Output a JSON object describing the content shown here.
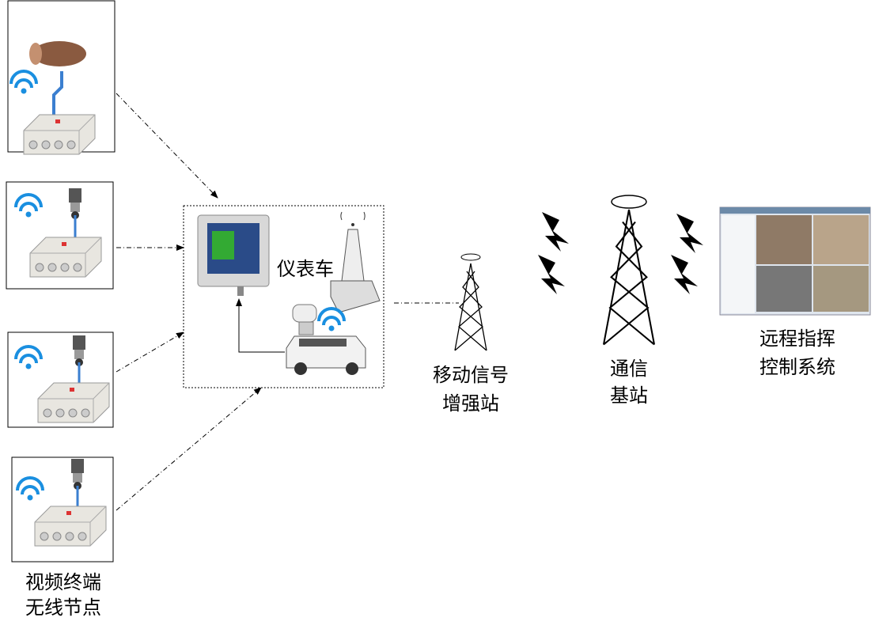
{
  "nodes": {
    "video_terminal": {
      "line1": "视频终端",
      "line2": "无线节点"
    },
    "instrument_vehicle": {
      "label": "仪表车"
    },
    "mobile_booster": {
      "line1": "移动信号",
      "line2": "增强站"
    },
    "base_station": {
      "line1": "通信",
      "line2": "基站"
    },
    "remote_command": {
      "line1": "远程指挥",
      "line2": "控制系统"
    }
  },
  "colors": {
    "wifi": "#1a8fe0",
    "cable": "#3b7fd0",
    "line": "#000000"
  }
}
